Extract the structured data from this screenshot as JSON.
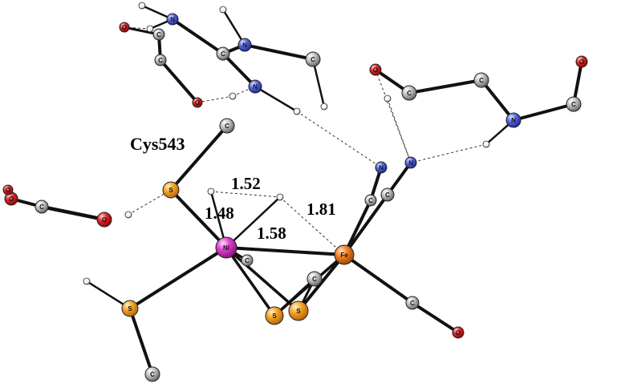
{
  "labels": {
    "residue": "Cys543",
    "d_ni_h1": "1.48",
    "d_h1_h2": "1.52",
    "d_ni_h2": "1.58",
    "d_h2_fe": "1.81",
    "ni": "Ni",
    "fe": "Fe",
    "s": "S",
    "c": "C",
    "n": "N",
    "o": "O"
  },
  "colors": {
    "carbon": "#9b9b9b",
    "nitrogen": "#4a57d6",
    "oxygen": "#dd1f1f",
    "sulfur": "#f09b1a",
    "nickel": "#dd33cc",
    "iron": "#ef7a22",
    "hydrogen": "#ffffff",
    "bond": "#111111"
  }
}
